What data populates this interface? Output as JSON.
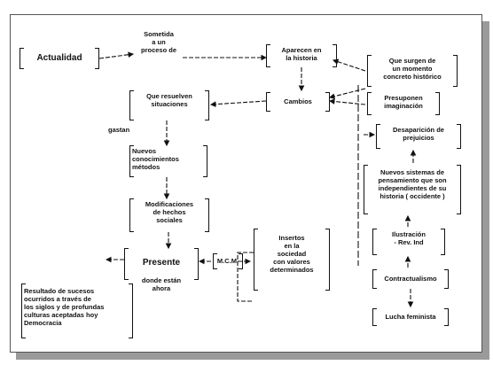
{
  "diagram": {
    "nodes": {
      "actualidad": "Actualidad",
      "sometida": "Sometida\na un\nproceso de",
      "aparecen": "Aparecen en\nla historia",
      "cambios": "Cambios",
      "surgen": "Que surgen de\nun momento\nconcreto histórico",
      "presuponen": "Presuponen\nimaginación",
      "resuelven": "Que resuelven\nsituaciones",
      "gastan": "gastan",
      "desaparicion": "Desaparición de\nprejuicios",
      "nuevos_conocimientos": "Nuevos\nconocimientos\nmétodos",
      "nuevos_sistemas": "Nuevos sistemas de\npensamiento que son\nindependientes de su\nhistoria ( occidente )",
      "modificaciones": "Modificaciones\nde hechos\nsociales",
      "ilustracion": "Ilustración\n- Rev. Ind",
      "insertos": "Insertos\nen la\nsociedad\ncon valores\ndeterminados",
      "presente": "Presente",
      "presente_sub": "donde están\nahora",
      "mcm": "M.C.M.",
      "contractualismo": "Contractualismo",
      "resultado": "Resultado de sucesos\nocurridos a través de\nlos siglos y de profundas\nculturas aceptadas hoy\nDemocracia",
      "lucha": "Lucha feminista"
    }
  }
}
